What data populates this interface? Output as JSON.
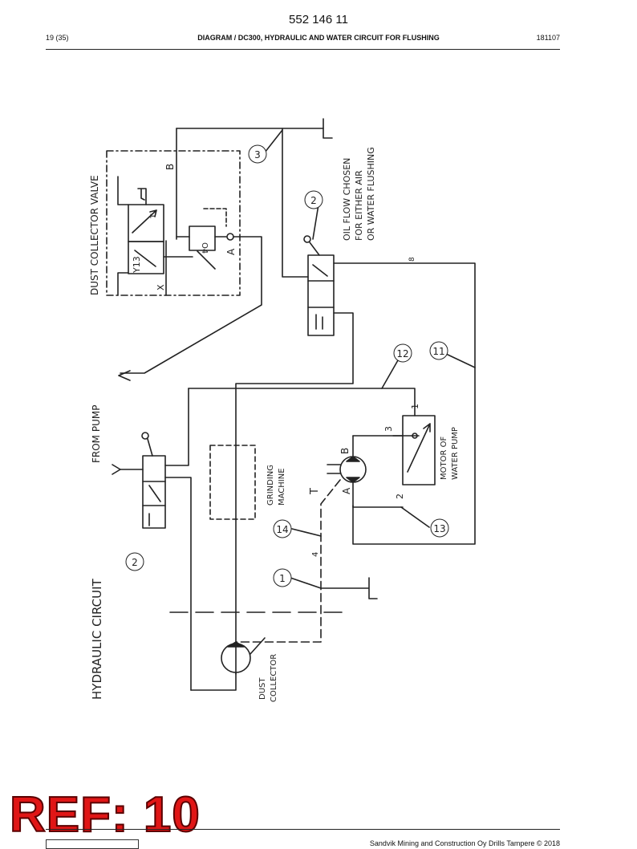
{
  "header": {
    "doc_number": "552 146 11",
    "page_count": "19 (35)",
    "title": "DIAGRAM / DC300, HYDRAULIC AND WATER CIRCUIT FOR FLUSHING",
    "date": "181107"
  },
  "diagram": {
    "title": "HYDRAULIC CIRCUIT",
    "labels": {
      "dust_collector_valve": "DUST COLLECTOR VALVE",
      "oil_flow_line1": "OIL FLOW CHOSEN",
      "oil_flow_line2": "FOR EITHER AIR",
      "oil_flow_line3": "OR WATER FLUSHING",
      "from_pump": "FROM PUMP",
      "grinding_machine_line1": "GRINDING",
      "grinding_machine_line2": "MACHINE",
      "motor_line1": "MOTOR OF",
      "motor_line2": "WATER PUMP",
      "dust_collector_line1": "DUST",
      "dust_collector_line2": "COLLECTOR",
      "port_b": "B",
      "port_a": "A",
      "port_x": "X",
      "solenoid": "Y13",
      "valve_code": "O4",
      "port_t": "T",
      "motor_port_b": "B",
      "motor_port_a": "A",
      "motor_port_3": "3",
      "motor_port_1": "1",
      "motor_port_2": "2",
      "hose_8": "8",
      "hose_4": "4",
      "tank_t": "T"
    },
    "callouts": [
      "3",
      "2",
      "12",
      "11",
      "14",
      "13",
      "2",
      "1"
    ]
  },
  "ref": {
    "label": "REF: 10"
  },
  "footer": {
    "copyright": "Sandvik Mining and Construction Oy Drills Tampere © 2018"
  }
}
